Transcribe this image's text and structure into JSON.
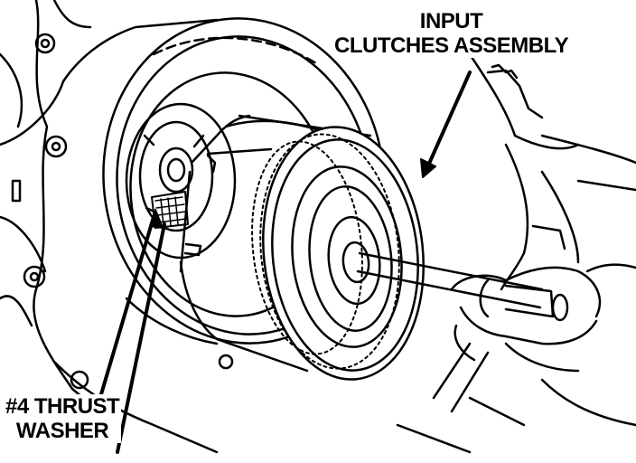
{
  "figure": {
    "callouts": {
      "input_clutches": {
        "line1": "INPUT",
        "line2": "CLUTCHES ASSEMBLY"
      },
      "thrust_washer": {
        "line1": "#4 THRUST",
        "line2": "WASHER"
      }
    },
    "colors": {
      "ink": "#000000",
      "paper": "#ffffff"
    }
  }
}
